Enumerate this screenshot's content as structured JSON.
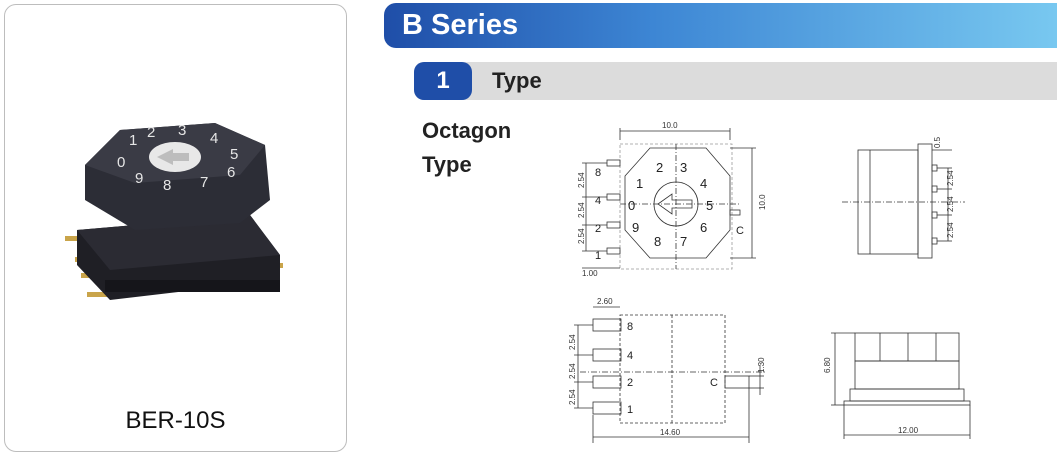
{
  "product": {
    "name": "BER-10S"
  },
  "header": {
    "series_title": "B Series"
  },
  "section": {
    "number": "1",
    "title": "Type"
  },
  "type_name": {
    "line1": "Octagon",
    "line2": "Type"
  },
  "dial_digits": [
    "0",
    "1",
    "2",
    "3",
    "4",
    "5",
    "6",
    "7",
    "8",
    "9"
  ],
  "top_view": {
    "width_dim": "10.0",
    "height_dim": "10.0",
    "pitch_dims": [
      "2.54",
      "2.54",
      "2.54"
    ],
    "offset_dim": "1.00",
    "pin_labels": [
      "8",
      "4",
      "2",
      "1"
    ],
    "common_label": "C"
  },
  "side_view": {
    "top_dim": "0.5",
    "pitch_dims": [
      "2.54",
      "2.54",
      "2.54"
    ]
  },
  "footprint": {
    "pad_dim": "2.60",
    "width_dim": "14.60",
    "pad_height_dim": "1.30",
    "pitch_dims": [
      "2.54",
      "2.54",
      "2.54"
    ],
    "pin_labels": [
      "8",
      "4",
      "2",
      "1"
    ],
    "common_label": "C"
  },
  "front_view": {
    "height_dim": "6.80",
    "width_dim": "12.00"
  }
}
